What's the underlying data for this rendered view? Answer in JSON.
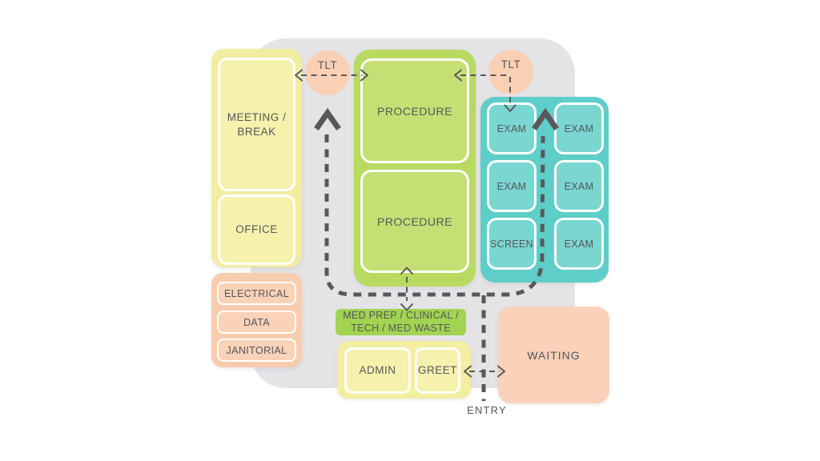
{
  "colors": {
    "page_background": "#FFFFFF",
    "floor": "#E4E3E6",
    "yellow_zone": "#F2EDA0",
    "yellow_room": "#F6F1AD",
    "green_zone": "#B8DA60",
    "green_room": "#C4E074",
    "green_label": "#A2D351",
    "teal_zone": "#5FCDC8",
    "teal_room": "#7AD6D1",
    "peach_zone": "#F8CCAE",
    "peach_room": "#FAD2B8",
    "flow_path": "#58585A",
    "text": "#55565A"
  },
  "zones": {
    "meeting_block": {
      "rooms": [
        {
          "label_lines": [
            "MEETING /",
            "BREAK"
          ]
        },
        {
          "label": "OFFICE"
        }
      ]
    },
    "utility_block": {
      "rooms": [
        {
          "label": "ELECTRICAL"
        },
        {
          "label": "DATA"
        },
        {
          "label": "JANITORIAL"
        }
      ]
    },
    "procedure_block": {
      "rooms": [
        {
          "label": "PROCEDURE"
        },
        {
          "label": "PROCEDURE"
        }
      ]
    },
    "exam_block": {
      "rooms": [
        {
          "label": "EXAM"
        },
        {
          "label": "EXAM"
        },
        {
          "label": "EXAM"
        },
        {
          "label": "EXAM"
        },
        {
          "label": "SCREEN"
        },
        {
          "label": "EXAM"
        }
      ]
    },
    "med_prep_label": {
      "lines": [
        "MED PREP / CLINICAL /",
        "TECH / MED WASTE"
      ]
    },
    "admin_block": {
      "rooms": [
        {
          "label": "ADMIN"
        },
        {
          "label": "GREET"
        }
      ]
    },
    "waiting_block": {
      "label": "WAITING"
    }
  },
  "markers": {
    "tlt_left": "TLT",
    "tlt_right": "TLT",
    "entry": "ENTRY"
  }
}
